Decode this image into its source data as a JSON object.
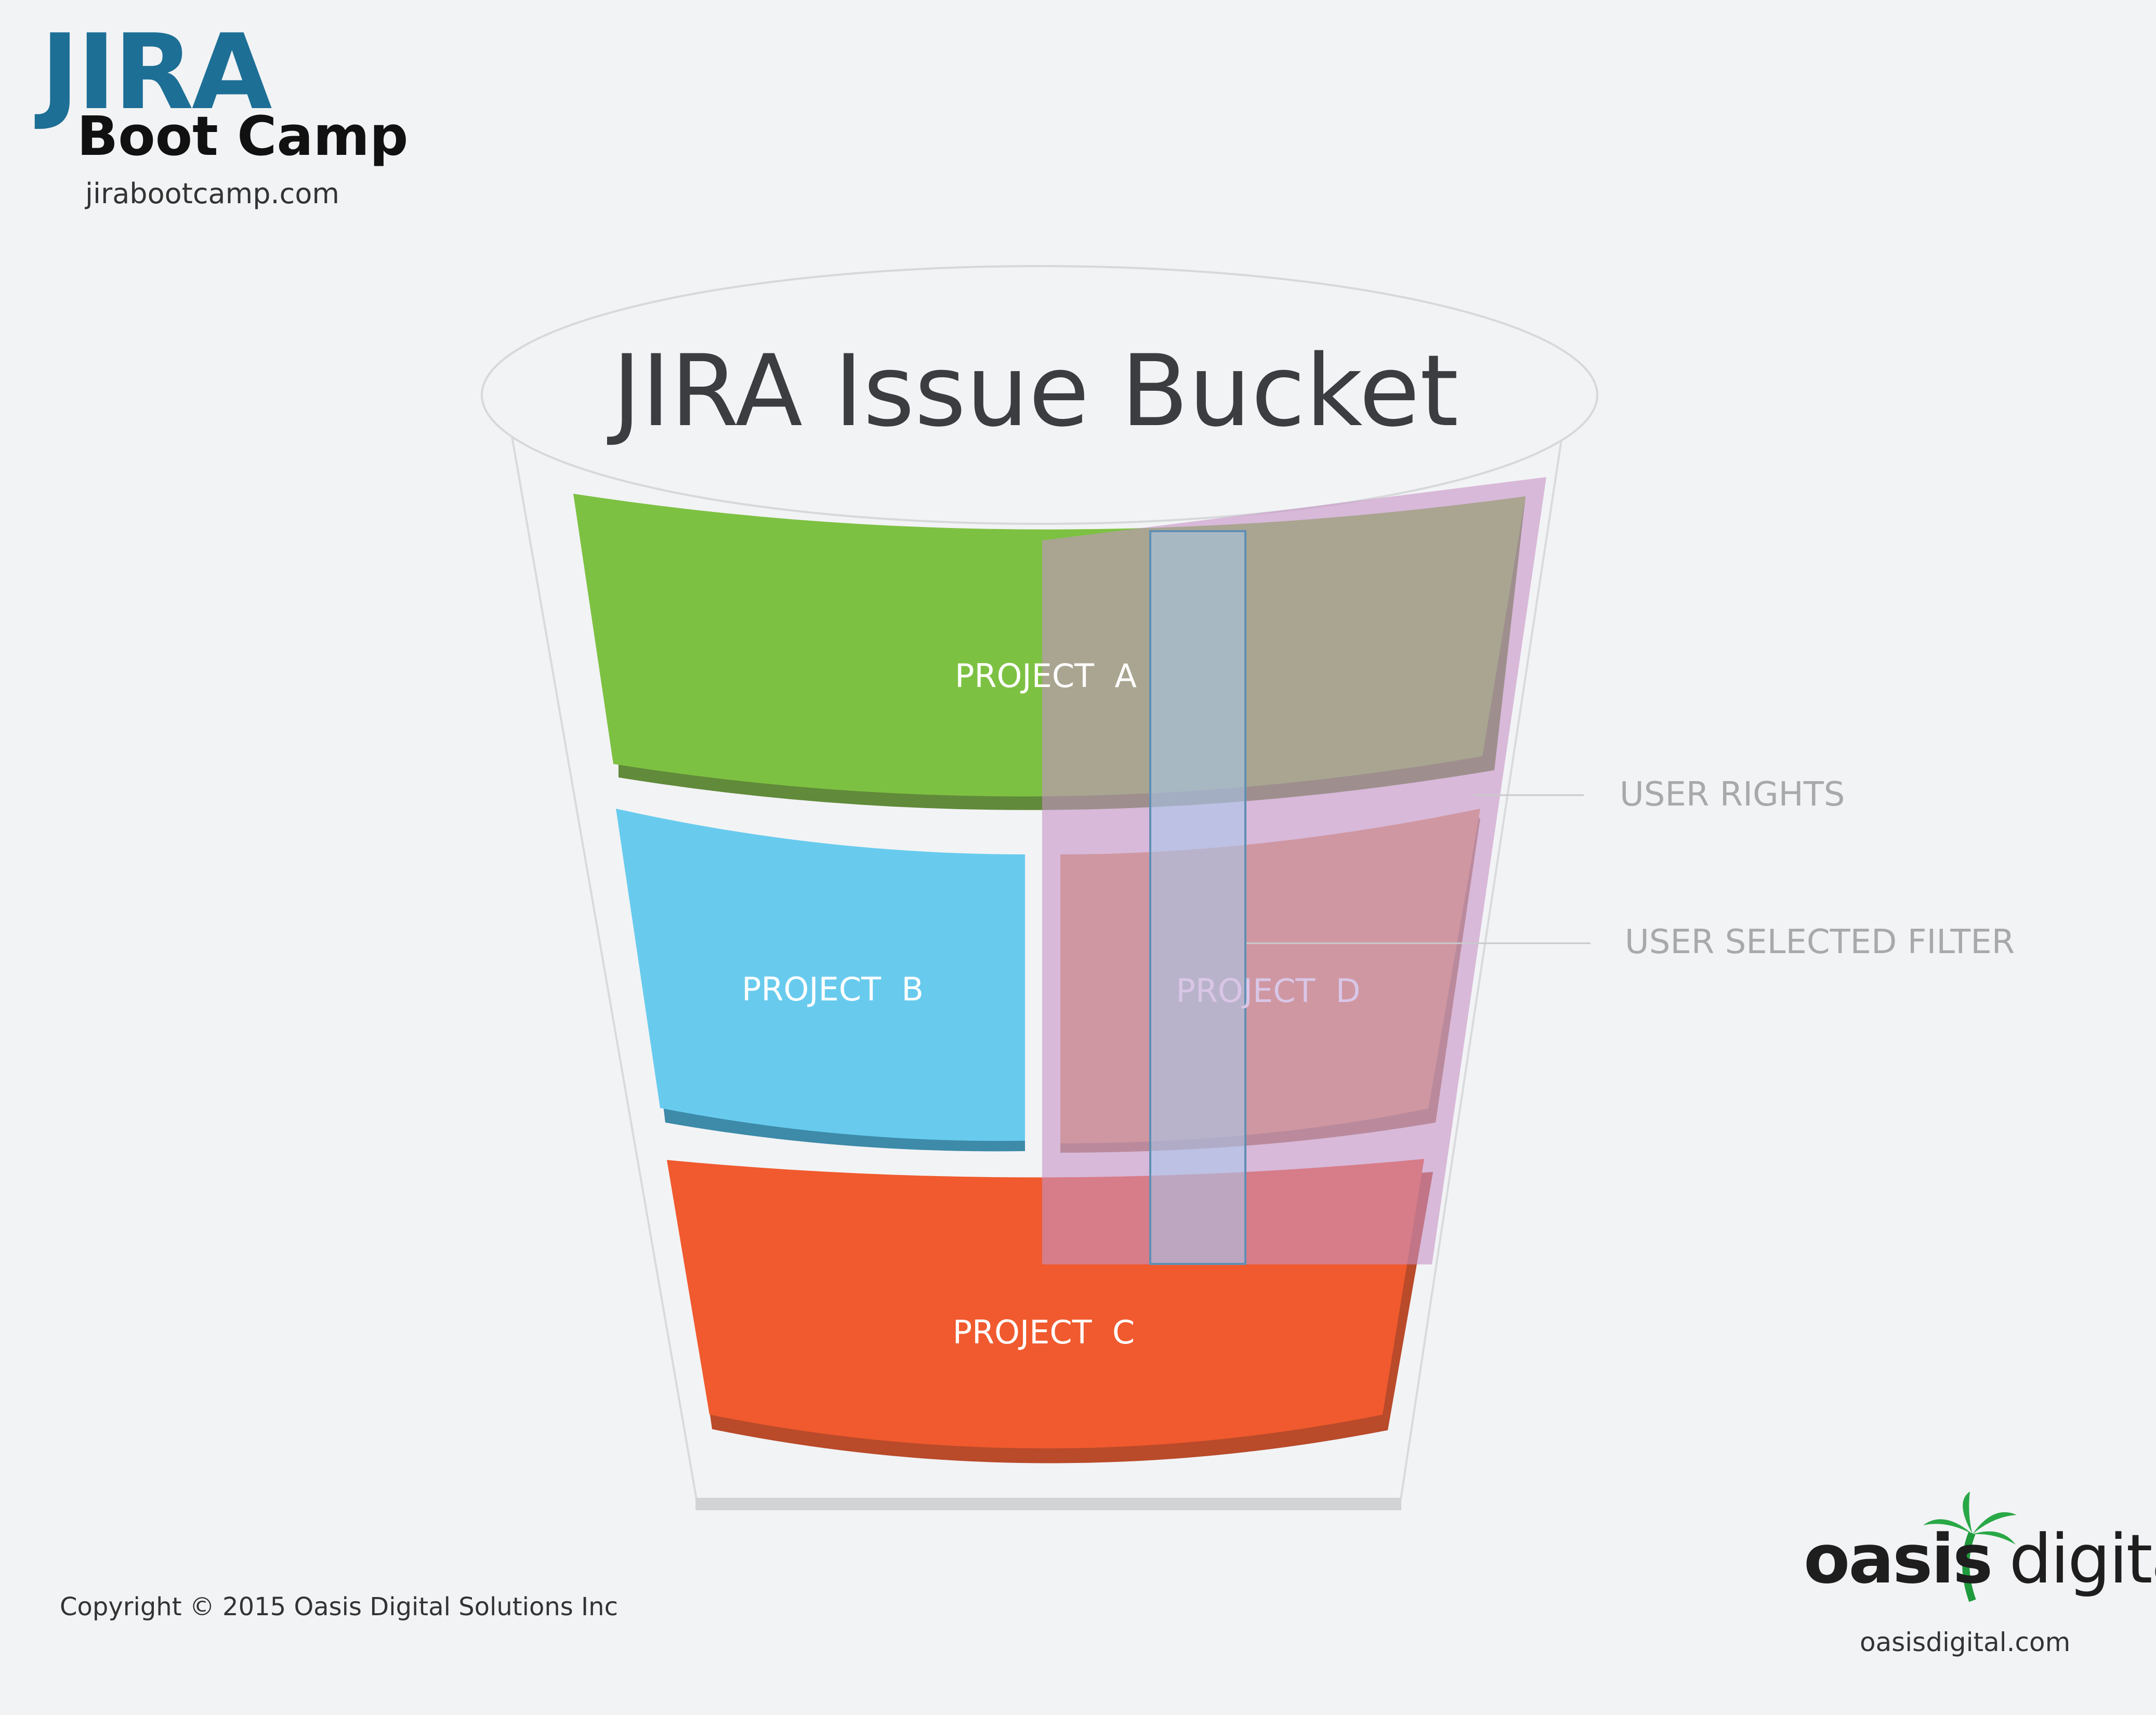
{
  "branding": {
    "logo_jira": "JIRA",
    "logo_boot_camp": "Boot Camp",
    "logo_url": "jirabootcamp.com",
    "copyright": "Copyright © 2015 Oasis Digital Solutions Inc",
    "company_oasis": "oasis",
    "company_digital": "digital",
    "company_url": "oasisdigital.com"
  },
  "diagram": {
    "title": "JIRA Issue Bucket",
    "projects": {
      "a": {
        "label": "PROJECT  A",
        "color": "#7dc142"
      },
      "b": {
        "label": "PROJECT  B",
        "color": "#68cbee"
      },
      "c": {
        "label": "PROJECT  C",
        "color": "#f05a2e"
      },
      "d": {
        "label": "PROJECT  D",
        "color": "#db9e6c"
      }
    },
    "callouts": {
      "user_rights": "USER RIGHTS",
      "user_selected_filter": "USER SELECTED FILTER"
    },
    "colors": {
      "user_rights_overlay": "#c692c6",
      "filter_overlay": "#a8c8ec",
      "callout_text": "#a8a9ab"
    }
  }
}
